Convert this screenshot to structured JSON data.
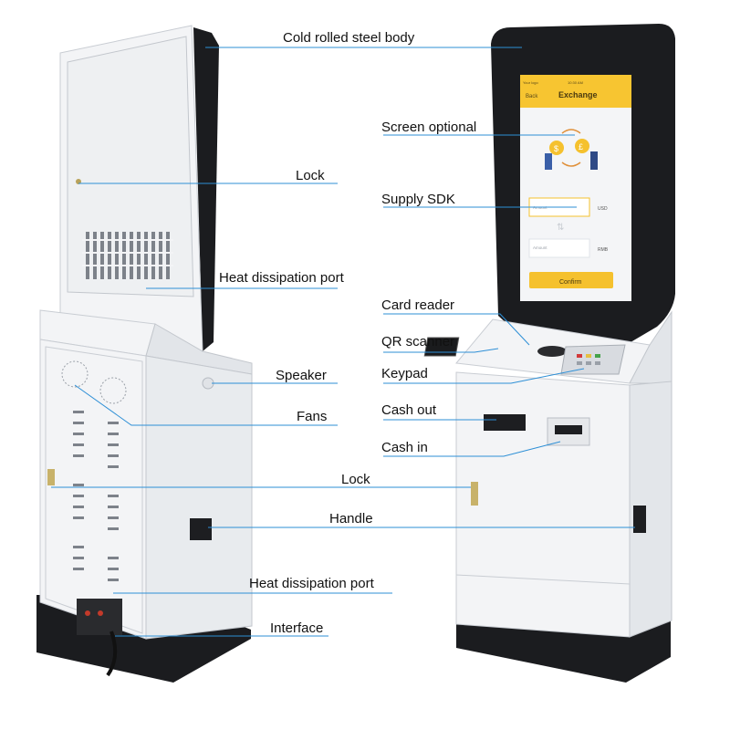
{
  "labels": {
    "cold_rolled": "Cold rolled steel body",
    "lock_top": "Lock",
    "heat_port_top": "Heat dissipation port",
    "speaker": "Speaker",
    "fans": "Fans",
    "lock_middle": "Lock",
    "handle": "Handle",
    "heat_port_bottom": "Heat dissipation port",
    "interface": "Interface",
    "screen_optional": "Screen optional",
    "supply_sdk": "Supply SDK",
    "card_reader": "Card reader",
    "qr_scanner": "QR scanner",
    "keypad": "Keypad",
    "cash_out": "Cash out",
    "cash_in": "Cash in"
  },
  "screen": {
    "status_left": "Your logo",
    "status_time": "10:30 AM",
    "back": "Back",
    "title": "Exchange",
    "amount1_placeholder": "Amount",
    "currency1": "USD",
    "amount2_placeholder": "Amount",
    "currency2": "RMB",
    "confirm": "Confirm",
    "coin1_symbol": "$",
    "coin2_symbol": "£"
  },
  "colors": {
    "leader": "#2d8fd6",
    "screen_yellow": "#f7c531",
    "confirm_yellow": "#f5c12e"
  }
}
